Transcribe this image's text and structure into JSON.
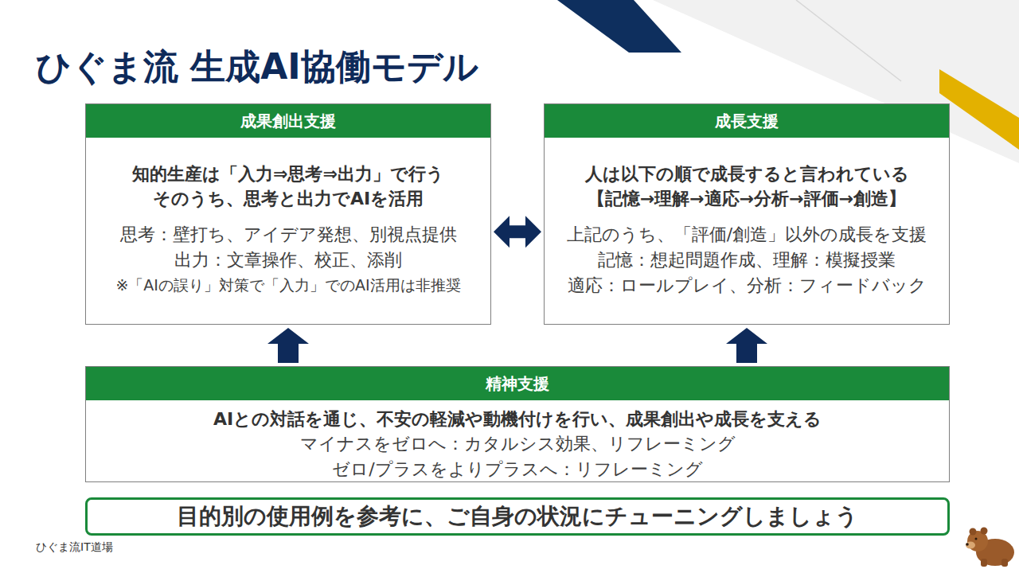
{
  "diagram": {
    "title": "ひぐま流 生成AI協働モデル",
    "nodes": [
      {
        "text": [
          "成果創出支援",
          "知的生産は「入力⇒思考⇒出力」で行う",
          "そのうち、思考と出力でAIを活用",
          "思考：壁打ち、アイデア発想、別視点提供",
          "出力：文章操作、校正、添削",
          "※「AIの誤り」対策で「入力」でのAI活用は非推奨"
        ]
      },
      {
        "text": [
          "成長支援",
          "人は以下の順で成長すると言われている",
          "【記憶→理解→適応→分析→評価→創造】",
          "上記のうち、「評価/創造」以外の成長を支援",
          "記憶：想起問題作成、理解：模擬授業",
          "適応：ロールプレイ、分析：フィードバック"
        ]
      },
      {
        "text": [
          "精神支援",
          "AIとの対話を通じ、不安の軽減や動機付けを行い、成果創出や成長を支える",
          "マイナスをゼロへ：カタルシス効果、リフレーミング",
          "ゼロ/プラスをよりプラスへ：リフレーミング"
        ]
      },
      {
        "text": [
          "目的別の使用例を参考に、ご自身の状況にチューニングしましょう"
        ]
      }
    ],
    "edges": [
      {
        "from": 0,
        "to": 1,
        "arrow": "both"
      },
      {
        "from": 2,
        "to": 0,
        "arrow": "to"
      },
      {
        "from": 2,
        "to": 1,
        "arrow": "to"
      }
    ],
    "labels": [
      "ひぐま流IT道場"
    ]
  }
}
